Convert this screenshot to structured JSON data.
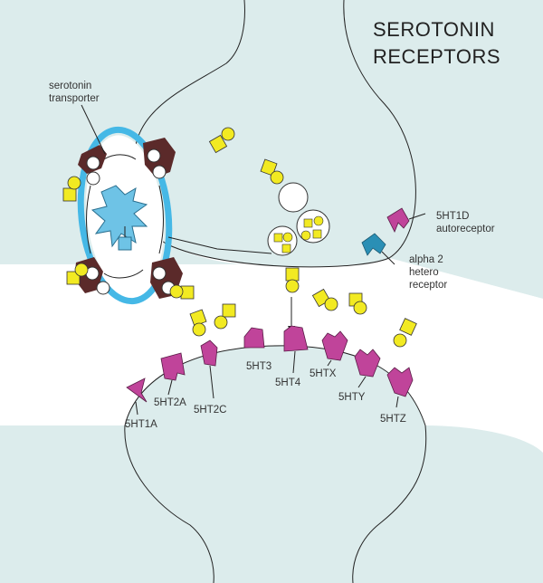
{
  "title": {
    "line1": "SEROTONIN",
    "line2": "RECEPTORS"
  },
  "labels": {
    "transporter_line1": "serotonin",
    "transporter_line2": "transporter",
    "autoreceptor_line1": "5HT1D",
    "autoreceptor_line2": "autoreceptor",
    "hetero_line1": "alpha 2",
    "hetero_line2": "hetero",
    "hetero_line3": "receptor"
  },
  "receptors": [
    "5HT1A",
    "5HT2A",
    "5HT2C",
    "5HT3",
    "5HT4",
    "5HTX",
    "5HTY",
    "5HTZ"
  ],
  "colors": {
    "neuron": "#dcecec",
    "outline": "#4a4a4a",
    "receptor": "#c0449a",
    "serotonin": "#f2ea22",
    "transporter_ring": "#45b8e6",
    "enzyme": "#6ec3e6",
    "alpha2": "#2a8fb5",
    "transporter_protein": "#5b2a2a"
  },
  "icons": [
    "serotonin-molecule-icon",
    "receptor-icon",
    "transporter-icon",
    "vesicle-icon",
    "enzyme-icon"
  ]
}
